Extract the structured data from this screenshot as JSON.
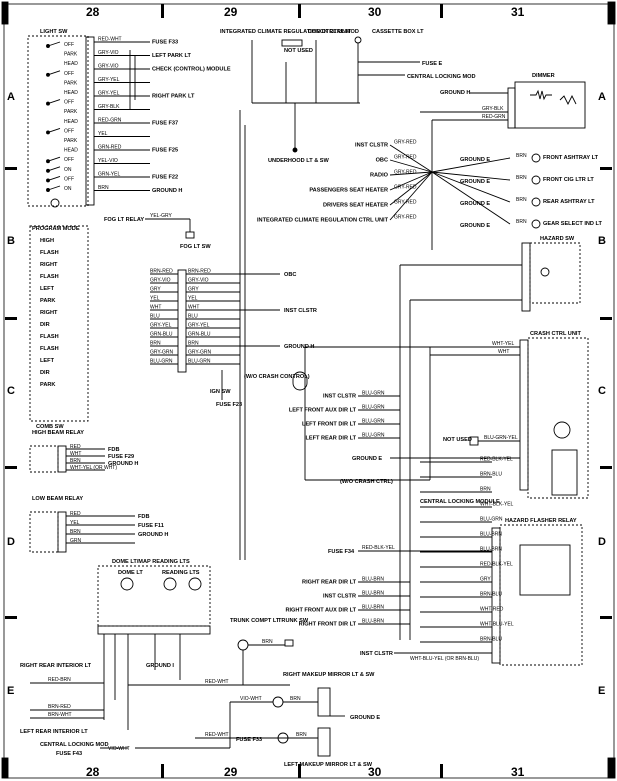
{
  "grid": {
    "columns": [
      "28",
      "29",
      "30",
      "31"
    ],
    "rows": [
      "A",
      "B",
      "C",
      "D",
      "E"
    ]
  },
  "components": {
    "light_sw": "LIGHT SW",
    "program_mode": "PROGRAM MODE",
    "comb_sw": "COMB SW",
    "high_beam_relay": "HIGH BEAM RELAY",
    "low_beam_relay": "LOW BEAM RELAY",
    "dome_lt": "DOME LT/MAP READING LTS",
    "dome": "DOME LT",
    "reading": "READING LTS",
    "icrc": "INTEGRATED CLIMATE REGULATION CTRL UNIT",
    "check_ctrl": "CHECK CTRL MOD",
    "not_used": "NOT USED",
    "cassette": "CASSETTE BOX LT",
    "dimmer": "DIMMER",
    "hazard_sw": "HAZARD SW",
    "crash_ctrl": "CRASH CTRL UNIT",
    "hazard_relay": "HAZARD FLASHER RELAY",
    "central_locking": "CENTRAL LOCKING MODULE",
    "trunk_lt": "TRUNK COMPT LT",
    "trunk_sw": "TRUNK SW",
    "right_makeup": "RIGHT MAKEUP MIRROR LT & SW",
    "left_makeup": "LEFT MAKEUP MIRROR LT & SW",
    "underhood": "UNDERHOOD LT & SW",
    "fog_relay": "FOG LT RELAY",
    "fog_sw": "FOG LT SW",
    "ign_sw": "IGN SW",
    "fuse_f23": "FUSE F23"
  },
  "light_sw_labels": [
    "OFF",
    "PARK",
    "HEAD",
    "OFF",
    "PARK",
    "HEAD",
    "OFF",
    "PARK",
    "HEAD",
    "OFF",
    "PARK",
    "HEAD",
    "OFF",
    "ON",
    "OFF",
    "ON"
  ],
  "program_labels": [
    "HIGH",
    "FLASH",
    "RIGHT",
    "FLASH",
    "LEFT",
    "PARK",
    "RIGHT",
    "DIR",
    "FLASH",
    "FLASH",
    "LEFT",
    "DIR",
    "PARK"
  ],
  "left_wires": [
    {
      "wire": "RED-WHT",
      "dest": "FUSE F33"
    },
    {
      "wire": "GRY-VIO",
      "dest": "LEFT PARK LT"
    },
    {
      "wire": "GRY-VIO",
      "dest": "CHECK (CONTROL) MODULE"
    },
    {
      "wire": "GRY-YEL",
      "dest": ""
    },
    {
      "wire": "GRY-YEL",
      "dest": "RIGHT PARK LT"
    },
    {
      "wire": "GRY-BLK",
      "dest": ""
    },
    {
      "wire": "RED-GRN",
      "dest": "FUSE F37"
    },
    {
      "wire": "YEL",
      "dest": ""
    },
    {
      "wire": "GRN-RED",
      "dest": "FUSE F25"
    },
    {
      "wire": "YEL-VIO",
      "dest": ""
    },
    {
      "wire": "GRN-YEL",
      "dest": "FUSE F22"
    },
    {
      "wire": "BRN",
      "dest": "GROUND H"
    }
  ],
  "top_labels": {
    "fuse_e": "FUSE E",
    "cl_mod": "CENTRAL LOCKING MOD",
    "ground_h": "GROUND H",
    "gry_blk": "GRY-BLK",
    "red_grn": "RED-GRN"
  },
  "dimmer_loads": [
    {
      "wire": "GRY-RED",
      "dest": "INST CLSTR"
    },
    {
      "wire": "GRY-RED",
      "dest": "OBC"
    },
    {
      "wire": "GRY-RED",
      "dest": "RADIO"
    },
    {
      "wire": "GRY-RED",
      "dest": "PASSENGERS SEAT HEATER"
    },
    {
      "wire": "GRY-RED",
      "dest": "DRIVERS SEAT HEATER"
    },
    {
      "wire": "GRY-RED",
      "dest": "INTEGRATED CLIMATE REGULATION CTRL UNIT"
    }
  ],
  "right_loads": [
    {
      "ground": "GROUND E",
      "wire": "BRN",
      "dest": "FRONT ASHTRAY LT"
    },
    {
      "ground": "GROUND E",
      "wire": "BRN",
      "dest": "FRONT CIG LTR LT"
    },
    {
      "ground": "GROUND E",
      "wire": "BRN",
      "dest": "REAR ASHTRAY LT"
    },
    {
      "ground": "GROUND E",
      "wire": "BRN",
      "dest": "GEAR SELECT IND LT"
    }
  ],
  "comb_wires": [
    {
      "wire": "BRN-RED",
      "dest": "OBC"
    },
    {
      "wire": "GRY-VIO",
      "dest": ""
    },
    {
      "wire": "GRY",
      "dest": ""
    },
    {
      "wire": "YEL",
      "dest": ""
    },
    {
      "wire": "WHT",
      "dest": "INST CLSTR"
    },
    {
      "wire": "BLU",
      "dest": ""
    },
    {
      "wire": "GRY-YEL",
      "dest": ""
    },
    {
      "wire": "GRN-BLU",
      "dest": ""
    },
    {
      "wire": "BRN",
      "dest": "GROUND H"
    },
    {
      "wire": "GRY-GRN",
      "dest": ""
    },
    {
      "wire": "BLU-GRN",
      "dest": ""
    }
  ],
  "fog": {
    "wire": "YEL-GRY"
  },
  "crash": {
    "wht_yel": "WHT-YEL",
    "wht": "WHT",
    "w_o": "(W/O CRASH CONTROL)",
    "wo_ctrl": "(W/O CRASH CTRL)",
    "ground_e": "GROUND E",
    "ground_h": "GROUND H",
    "blu_grn_yel": "BLU-GRN-YEL"
  },
  "turn_loads": [
    {
      "wire": "BLU-GRN",
      "dest": "INST CLSTR"
    },
    {
      "wire": "BLU-GRN",
      "dest": "LEFT FRONT AUX DIR LT"
    },
    {
      "wire": "BLU-GRN",
      "dest": "LEFT FRONT DIR LT"
    },
    {
      "wire": "BLU-GRN",
      "dest": "LEFT REAR DIR LT"
    }
  ],
  "relay_wires": [
    "RED-BLK-YEL",
    "BRN-BLU",
    "BRN",
    "WHT-BLK-YEL",
    "BLU-GRN",
    "BLU-BRN",
    "BLU-BRN",
    "RED-BLK-YEL",
    "GRY",
    "BRN-BLU",
    "WHT-RED",
    "WHT-BLU-YEL",
    "BRN-BLU"
  ],
  "right_turn": [
    {
      "wire": "BLU-BRN",
      "dest": "RIGHT REAR DIR LT"
    },
    {
      "wire": "BLU-BRN",
      "dest": "INST CLSTR"
    },
    {
      "wire": "BLU-BRN",
      "dest": "RIGHT FRONT AUX DIR LT"
    },
    {
      "wire": "BLU-BRN",
      "dest": "RIGHT FRONT DIR LT"
    }
  ],
  "fuse_f34": {
    "label": "FUSE F34",
    "wire": "RED-BLK-YEL"
  },
  "inst_clstr_bottom": {
    "label": "INST CLSTR",
    "wire": "WHT-BLU-YEL (OR BRN-BLU)"
  },
  "high_beam": [
    {
      "wire": "RED",
      "dest": "FDB"
    },
    {
      "wire": "WHT",
      "dest": "FUSE F29"
    },
    {
      "wire": "BRN",
      "dest": "GROUND H"
    },
    {
      "wire": "WHT-YEL (OR WHT)",
      "dest": ""
    }
  ],
  "low_beam": [
    {
      "wire": "RED",
      "dest": "FDB"
    },
    {
      "wire": "YEL",
      "dest": "FUSE F11"
    },
    {
      "wire": "BRN",
      "dest": "GROUND H"
    },
    {
      "wire": "GRN",
      "dest": ""
    }
  ],
  "bottom": {
    "rr_int": "RIGHT REAR INTERIOR LT",
    "lr_int": "LEFT REAR INTERIOR LT",
    "cl_mod": "CENTRAL LOCKING MOD",
    "fuse_f43": "FUSE F43",
    "fuse_f33": "FUSE F33",
    "ground_i": "GROUND I",
    "ground_e": "GROUND E",
    "red_wht": "RED-WHT",
    "vio_wht": "VIO-WHT",
    "brn": "BRN",
    "brn_red": "BRN-RED",
    "brn_wht": "BRN-WHT",
    "red_brn": "RED-BRN"
  }
}
